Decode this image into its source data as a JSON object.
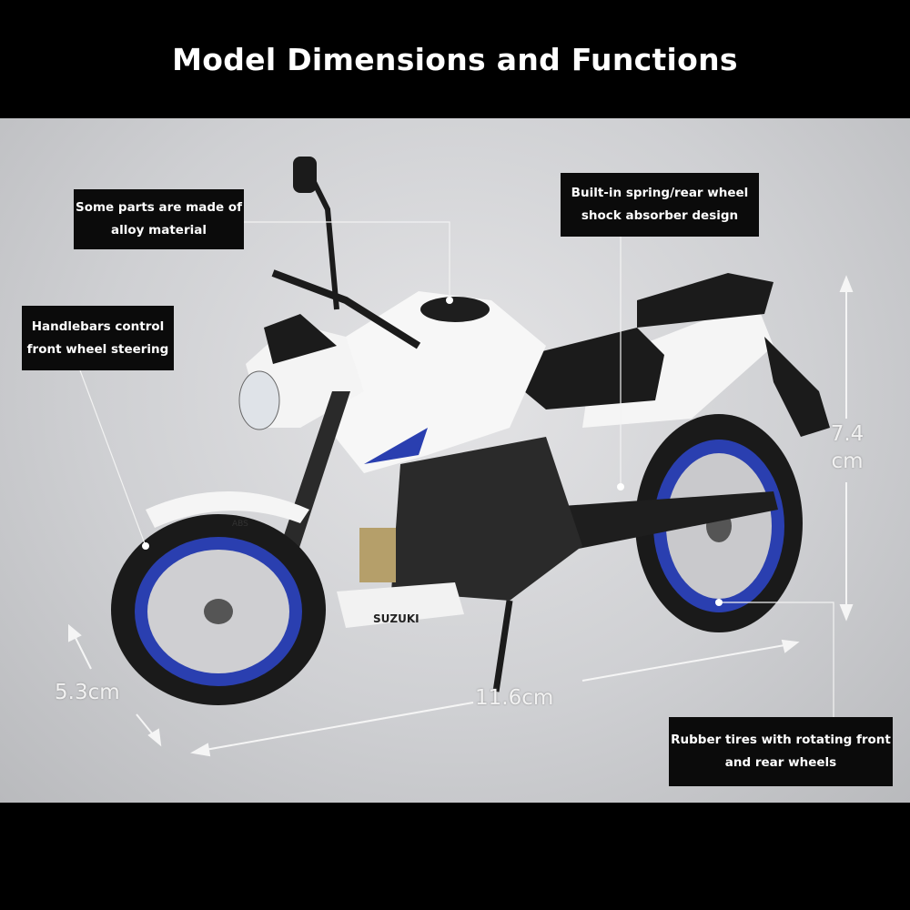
{
  "header": {
    "title": "Model Dimensions and Functions"
  },
  "callouts": {
    "alloy": "Some parts are made of alloy material",
    "shock": "Built-in spring/rear wheel shock absorber design",
    "handlebars": "Handlebars control front wheel steering",
    "tires": "Rubber tires with rotating front and rear wheels"
  },
  "dimensions": {
    "height_value": "7.4",
    "height_unit": "cm",
    "width": "5.3cm",
    "length": "11.6cm"
  },
  "product": {
    "brand_decal": "SUZUKI",
    "abs_decal": "ABS"
  },
  "colors": {
    "accent_blue": "#2a3fb0",
    "body_white": "#f4f4f4",
    "callout_bg": "#0b0b0b"
  }
}
